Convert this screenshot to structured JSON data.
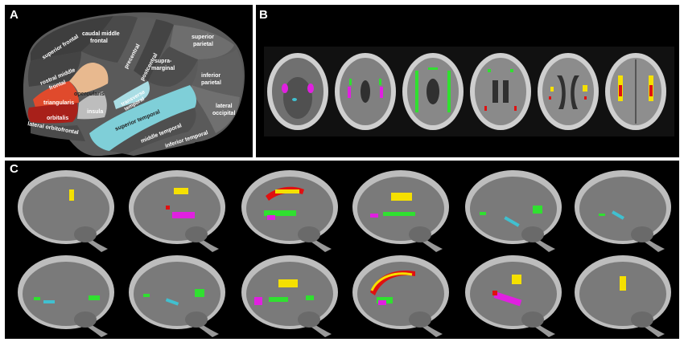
{
  "panels": {
    "a": {
      "letter": "A"
    },
    "b": {
      "letter": "B"
    },
    "c": {
      "letter": "C"
    }
  },
  "cortex_labels": {
    "superior_frontal": "superior frontal",
    "caudal_middle_frontal_1": "caudal middle",
    "caudal_middle_frontal_2": "frontal",
    "rostral_middle_frontal_1": "rostral middle",
    "rostral_middle_frontal_2": "frontal",
    "precentral": "precentral",
    "postcentral": "postcentral",
    "superior_parietal_1": "superior",
    "superior_parietal_2": "parietal",
    "supramarginal_1": "supra-",
    "supramarginal_2": "marginal",
    "inferior_parietal_1": "inferior",
    "inferior_parietal_2": "parietal",
    "opercularis": "opercularis",
    "triangularis": "triangularis",
    "orbitalis": "orbitalis",
    "insula": "insula",
    "lateral_orbitofrontal": "lateral orbitofrontal",
    "transverse_temporal_1": "transverse",
    "transverse_temporal_2": "temporal",
    "superior_temporal": "superior temporal",
    "middle_temporal": "middle temporal",
    "inferior_temporal": "inferior temporal",
    "lateral_occipital_1": "lateral",
    "lateral_occipital_2": "occipital"
  },
  "colors": {
    "opercularis": "#e8b98f",
    "triangularis": "#e04a2c",
    "orbitalis": "#a8201a",
    "superior_temporal": "#7fcfd8",
    "activation_yellow": "#f5e000",
    "activation_red": "#e01010",
    "activation_magenta": "#e020e0",
    "activation_green": "#30e030",
    "activation_cyan": "#40c0d0"
  }
}
